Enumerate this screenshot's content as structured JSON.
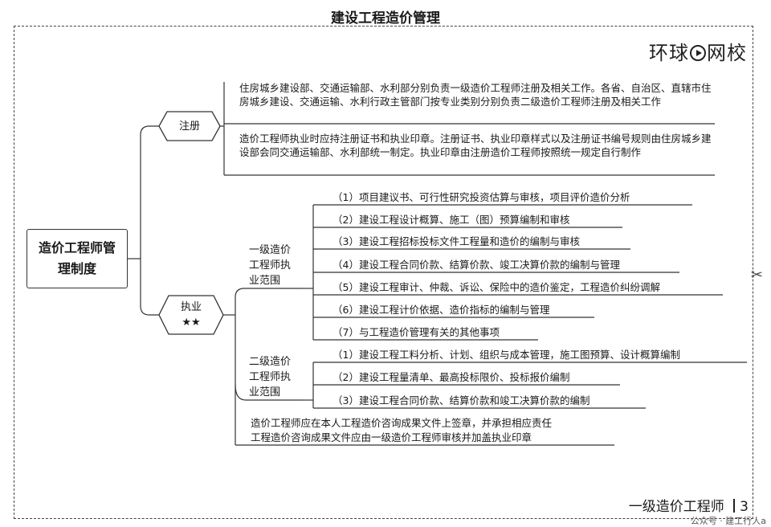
{
  "page_title": "建设工程造价管理",
  "brand": {
    "part1": "环球",
    "part2": "网校"
  },
  "root": "造价工程师管理制度",
  "registration": {
    "label": "注册",
    "para1": "住房城乡建设部、交通运输部、水利部分别负责一级造价工程师注册及相关工作。各省、自治区、直辖市住房城乡建设、交通运输、水利行政主管部门按专业类别分别负责二级造价工程师注册及相关工作",
    "para2": "造价工程师执业时应持注册证书和执业印章。注册证书、执业印章样式以及注册证书编号规则由住房城乡建设部会同交通运输部、水利部统一制定。执业印章由注册造价工程师按照统一规定自行制作"
  },
  "practice": {
    "label": "执业",
    "stars": "★★",
    "level1": {
      "label": "一级造价工程师执业范围",
      "items": [
        "（1）项目建议书、可行性研究投资估算与审核，项目评价造价分析",
        "（2）建设工程设计概算、施工（图）预算编制和审核",
        "（3）建设工程招标投标文件工程量和造价的编制与审核",
        "（4）建设工程合同价款、结算价款、竣工决算价款的编制与管理",
        "（5）建设工程审计、仲裁、诉讼、保险中的造价鉴定，工程造价纠纷调解",
        "（6）建设工程计价依据、造价指标的编制与管理",
        "（7）与工程造价管理有关的其他事项"
      ]
    },
    "level2": {
      "label": "二级造价工程师执业范围",
      "items": [
        "（1）建设工程工料分析、计划、组织与成本管理，施工图预算、设计概算编制",
        "（2）建设工程量清单、最高投标限价、投标报价编制",
        "（3）建设工程合同价款、结算价款和竣工决算价款的编制"
      ]
    },
    "notes": [
      "造价工程师应在本人工程造价咨询成果文件上签章，并承担相应责任",
      "工程造价咨询成果文件应由一级造价工程师审核并加盖执业印章"
    ]
  },
  "footer": {
    "label": "一级造价工程师",
    "page": "3"
  },
  "watermark": "公众号 · 建工行人a",
  "scissors": "✂"
}
